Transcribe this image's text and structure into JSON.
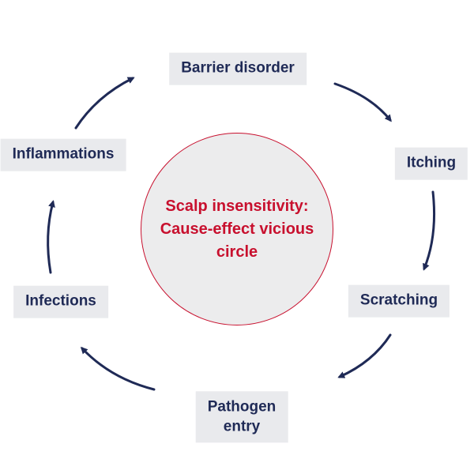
{
  "diagram": {
    "center": {
      "lines": [
        "Scalp insensitivity:",
        "Cause-effect vicious",
        "circle"
      ]
    },
    "nodes": [
      {
        "id": "barrier-disorder",
        "lines": [
          "Barrier disorder"
        ]
      },
      {
        "id": "itching",
        "lines": [
          "Itching"
        ]
      },
      {
        "id": "scratching",
        "lines": [
          "Scratching"
        ]
      },
      {
        "id": "pathogen-entry",
        "lines": [
          "Pathogen",
          "entry"
        ]
      },
      {
        "id": "infections",
        "lines": [
          "Infections"
        ]
      },
      {
        "id": "inflammations",
        "lines": [
          "Inflammations"
        ]
      }
    ],
    "colors": {
      "navy": "#1f2a56",
      "red": "#c8102e",
      "box_bg": "#e9eaed",
      "circle_bg": "#ececed"
    }
  }
}
